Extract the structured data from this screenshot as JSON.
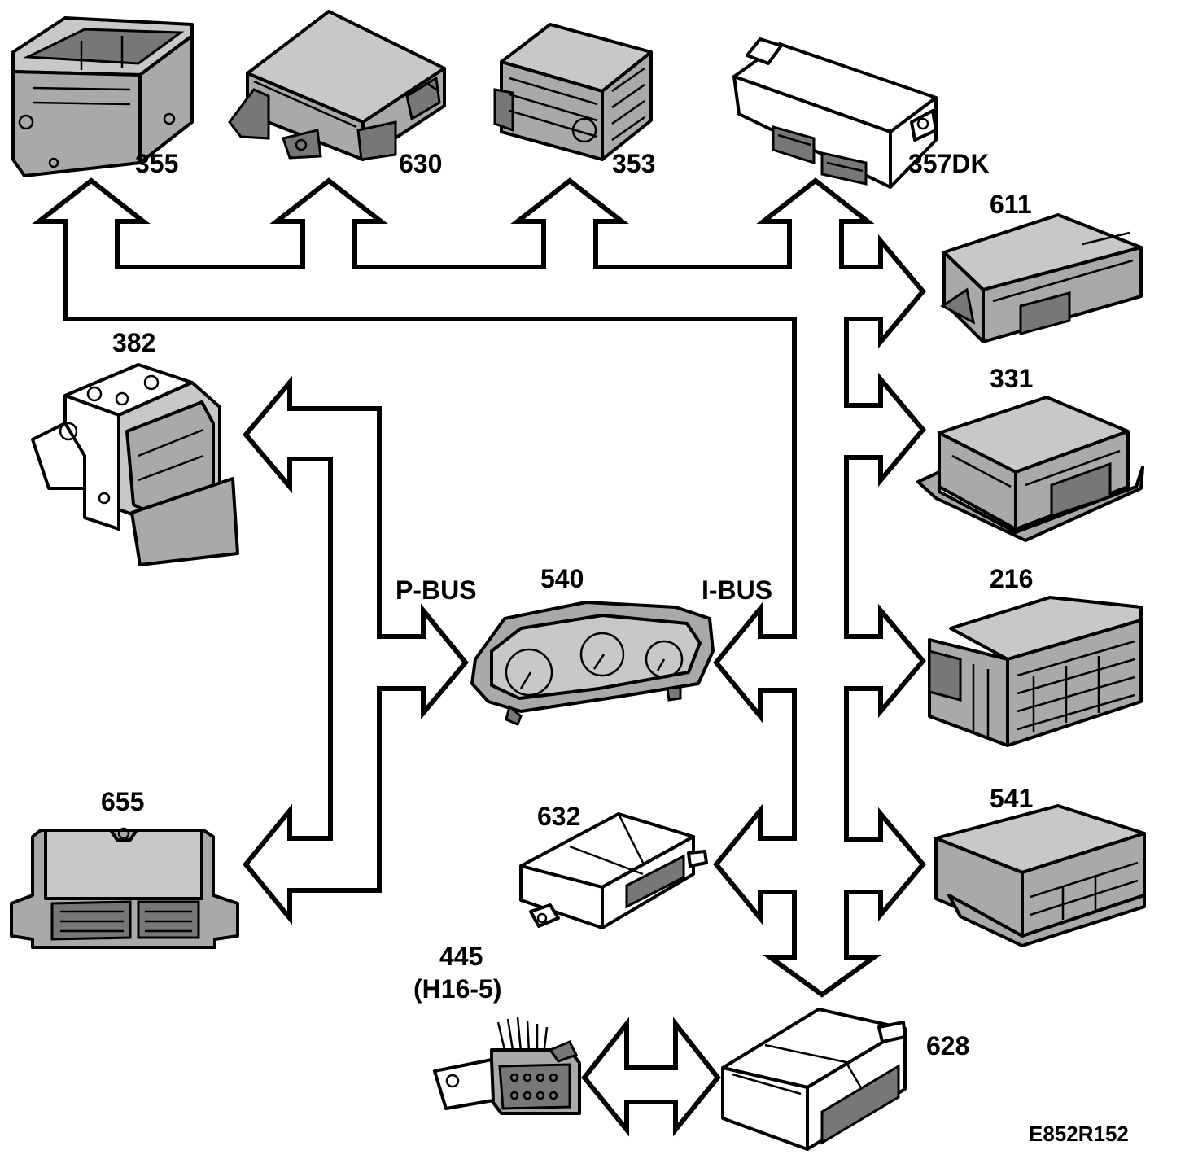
{
  "bus_labels": {
    "p_bus": "P-BUS",
    "i_bus": "I-BUS"
  },
  "components": {
    "c355": "355",
    "c630": "630",
    "c353": "353",
    "c357dk": "357DK",
    "c611": "611",
    "c382": "382",
    "c331": "331",
    "c540": "540",
    "c216": "216",
    "c655": "655",
    "c632": "632",
    "c541": "541",
    "c445": "445",
    "c445_sub": "(H16-5)",
    "c628": "628"
  },
  "figure_id": "E852R152"
}
